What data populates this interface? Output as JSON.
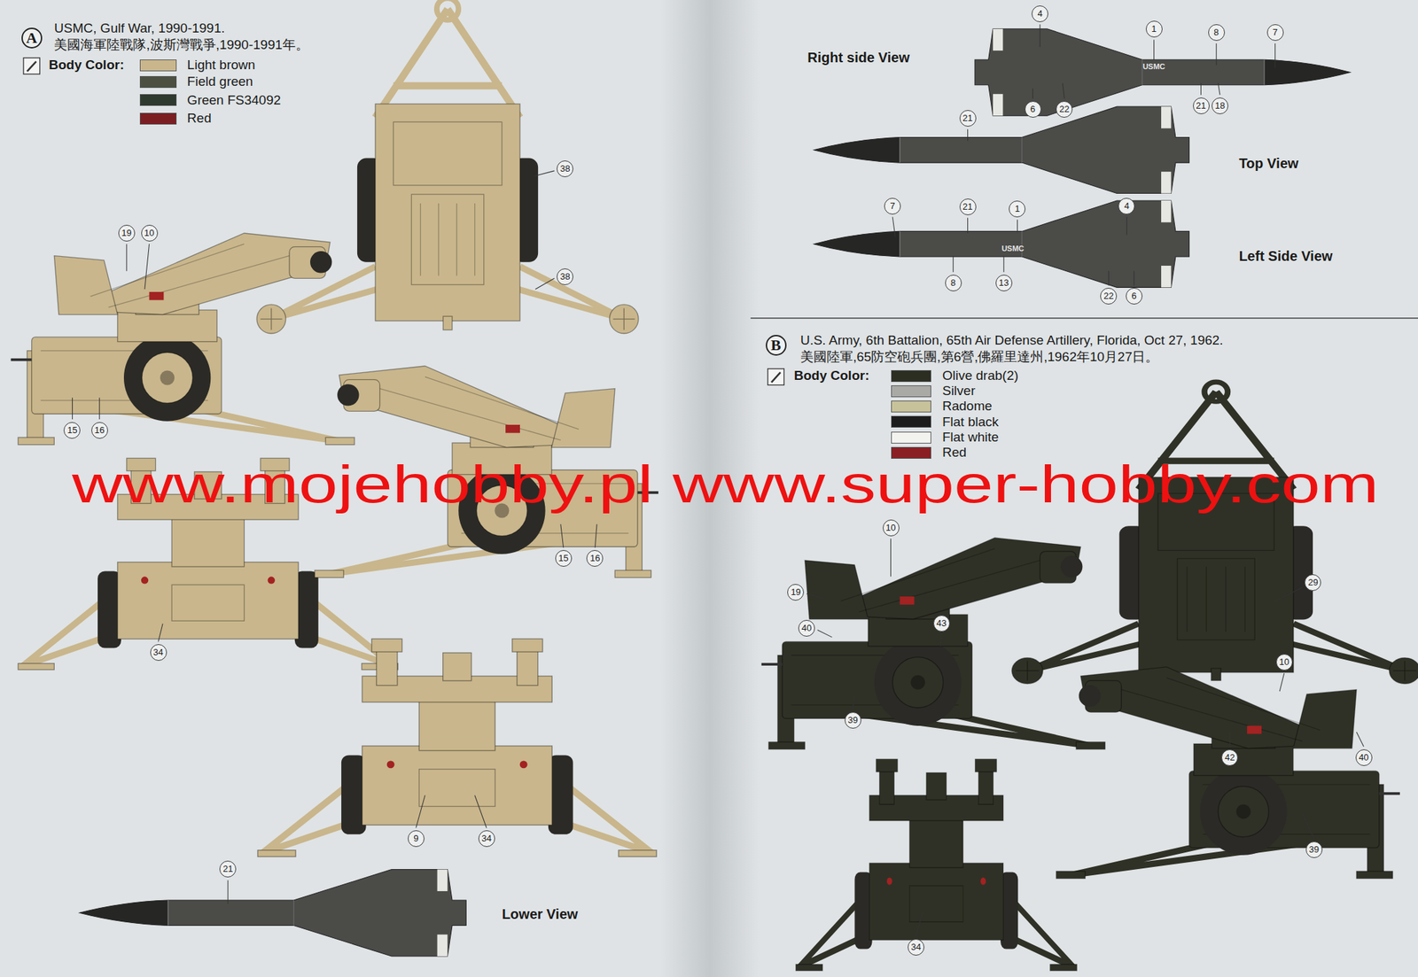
{
  "diagram": {
    "labels": [
      "A",
      "USMC, Gulf War, 1990-1991.",
      "美國海軍陸戰隊,波斯灣戰爭,1990-1991年。",
      "Body Color:",
      "38",
      "38",
      "19",
      "10",
      "15",
      "16",
      "15",
      "16",
      "34",
      "9",
      "34",
      "21",
      "Lower View",
      "Right side View",
      "4",
      "1",
      "8",
      "7",
      "USMC",
      "6",
      "22",
      "21",
      "18",
      "21",
      "Top View",
      "7",
      "21",
      "1",
      "4",
      "USMC",
      "Left Side View",
      "8",
      "13",
      "22",
      "6",
      "B",
      "U.S. Army, 6th Battalion, 65th Air Defense Artillery, Florida, Oct 27, 1962.",
      "美國陸軍,65防空砲兵團,第6營,佛羅里達州,1962年10月27日。",
      "Body Color:",
      "29",
      "10",
      "19",
      "40",
      "43",
      "39",
      "10",
      "42",
      "40",
      "39",
      "34",
      "www.mojehobby.pl www.super-hobby.com"
    ],
    "legend": [
      {
        "text": "Light brown",
        "color": "#c9b68c"
      },
      {
        "text": "Field green",
        "color": "#4b5040"
      },
      {
        "text": "Green FS34092",
        "color": "#2e3a2e"
      },
      {
        "text": "Red",
        "color": "#7b1e22"
      },
      {
        "text": "Olive drab(2)",
        "color": "#2c2e22"
      },
      {
        "text": "Silver",
        "color": "#a9aaa6"
      },
      {
        "text": "Radome",
        "color": "#c8c29a"
      },
      {
        "text": "Flat black",
        "color": "#1c1c1c"
      },
      {
        "text": "Flat white",
        "color": "#f2f2ee"
      },
      {
        "text": "Red",
        "color": "#8a1f23"
      }
    ]
  }
}
